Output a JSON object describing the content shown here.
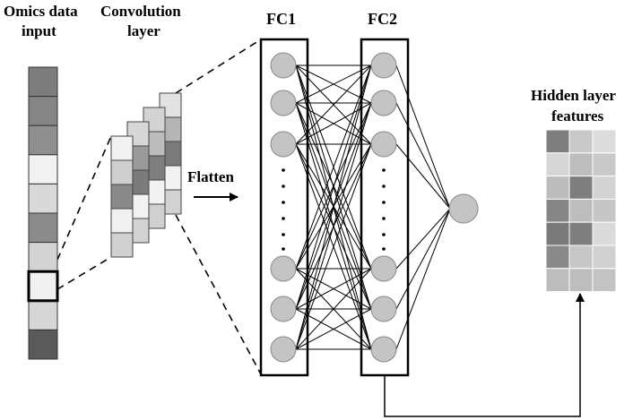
{
  "labels": {
    "omics_line1": "Omics data",
    "omics_line2": "input",
    "conv_line1": "Convolution",
    "conv_line2": "layer",
    "flatten": "Flatten",
    "fc1": "FC1",
    "fc2": "FC2",
    "hidden_line1": "Hidden layer",
    "hidden_line2": "features"
  },
  "omics_column": {
    "cell_shades": [
      "#7d7d7d",
      "#858585",
      "#8f8f8f",
      "#f2f2f2",
      "#d9d9d9",
      "#8c8c8c",
      "#d3d3d3",
      "#f0f0f0",
      "#d6d6d6",
      "#5a5a5a"
    ],
    "highlighted_index": 7
  },
  "conv_layer": {
    "maps": [
      {
        "shades": [
          "#f2f2f2",
          "#cfcfcf",
          "#8a8a8a",
          "#f0f0f0",
          "#d0d0d0"
        ]
      },
      {
        "shades": [
          "#d7d7d7",
          "#9a9a9a",
          "#7b7b7b",
          "#f2f2f2",
          "#d3d3d3"
        ]
      },
      {
        "shades": [
          "#d3d3d3",
          "#bcbcbc",
          "#7e7e7e",
          "#f2f2f2",
          "#d0d0d0"
        ]
      },
      {
        "shades": [
          "#e2e2e2",
          "#b5b5b5",
          "#7a7a7a",
          "#f2f2f2",
          "#d2d2d2"
        ]
      }
    ]
  },
  "network": {
    "fc1_node_count": 6,
    "fc2_node_count": 6,
    "output_node_count": 1,
    "node_fill": "#c4c4c4"
  },
  "hidden_features": {
    "grid": [
      [
        "#7f7f7f",
        "#c9c9c9",
        "#dcdcdc"
      ],
      [
        "#d6d6d6",
        "#bdbdbd",
        "#c9c9c9"
      ],
      [
        "#bcbcbc",
        "#7e7e7e",
        "#d3d3d3"
      ],
      [
        "#868686",
        "#bdbdbd",
        "#c6c6c6"
      ],
      [
        "#7a7a7a",
        "#7f7f7f",
        "#dadada"
      ],
      [
        "#8a8a8a",
        "#c7c7c7",
        "#d0d0d0"
      ],
      [
        "#bdbdbd",
        "#bdbdbd",
        "#c3c3c3"
      ]
    ]
  }
}
